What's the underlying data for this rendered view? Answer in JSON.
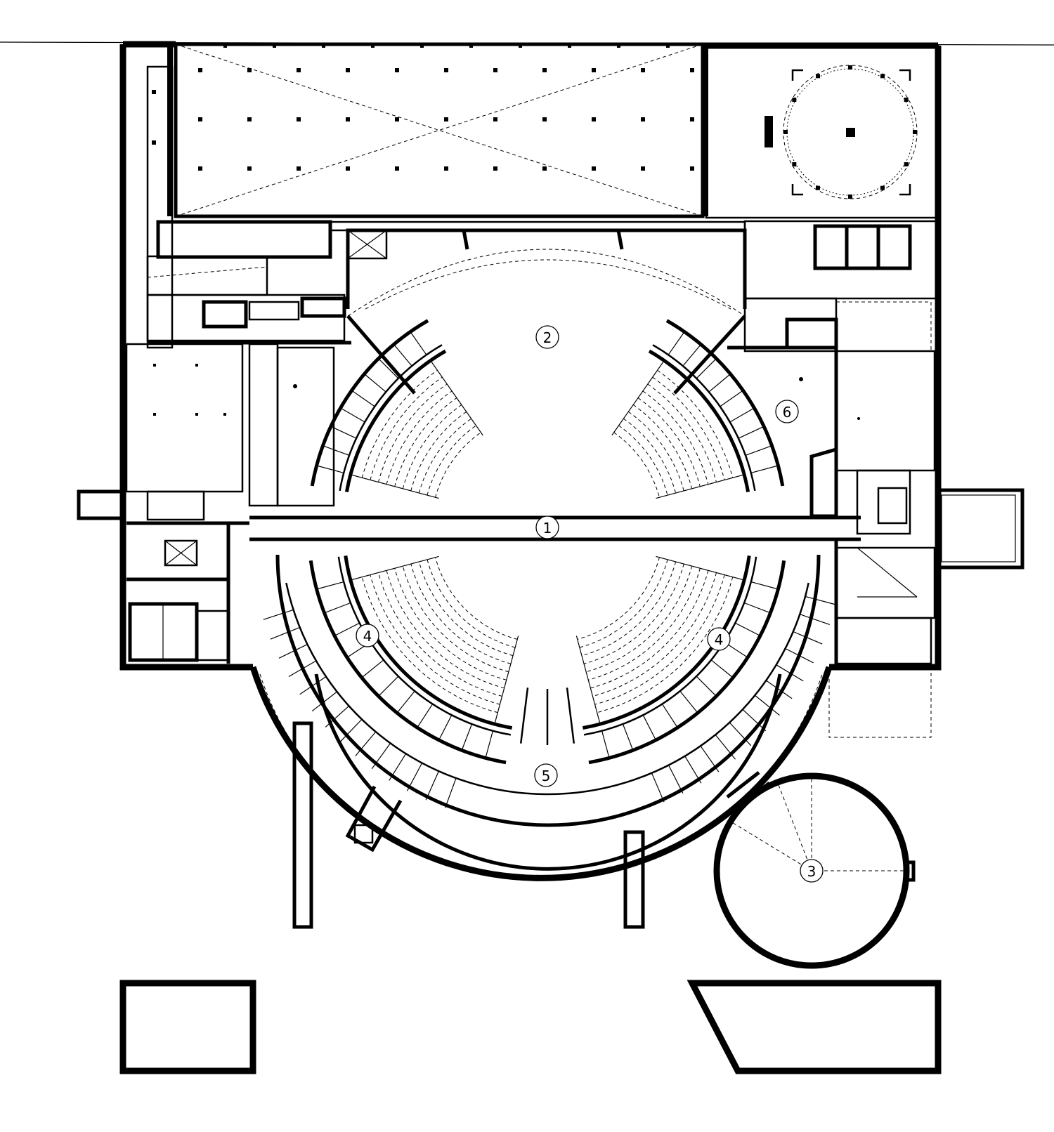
{
  "colors": {
    "background": "#ffffff",
    "ink": "#000000"
  },
  "markers": [
    {
      "id": "m1",
      "label": "1"
    },
    {
      "id": "m2",
      "label": "2"
    },
    {
      "id": "m3",
      "label": "3"
    },
    {
      "id": "m4a",
      "label": "4"
    },
    {
      "id": "m4b",
      "label": "4"
    },
    {
      "id": "m5",
      "label": "5"
    },
    {
      "id": "m6",
      "label": "6"
    }
  ]
}
